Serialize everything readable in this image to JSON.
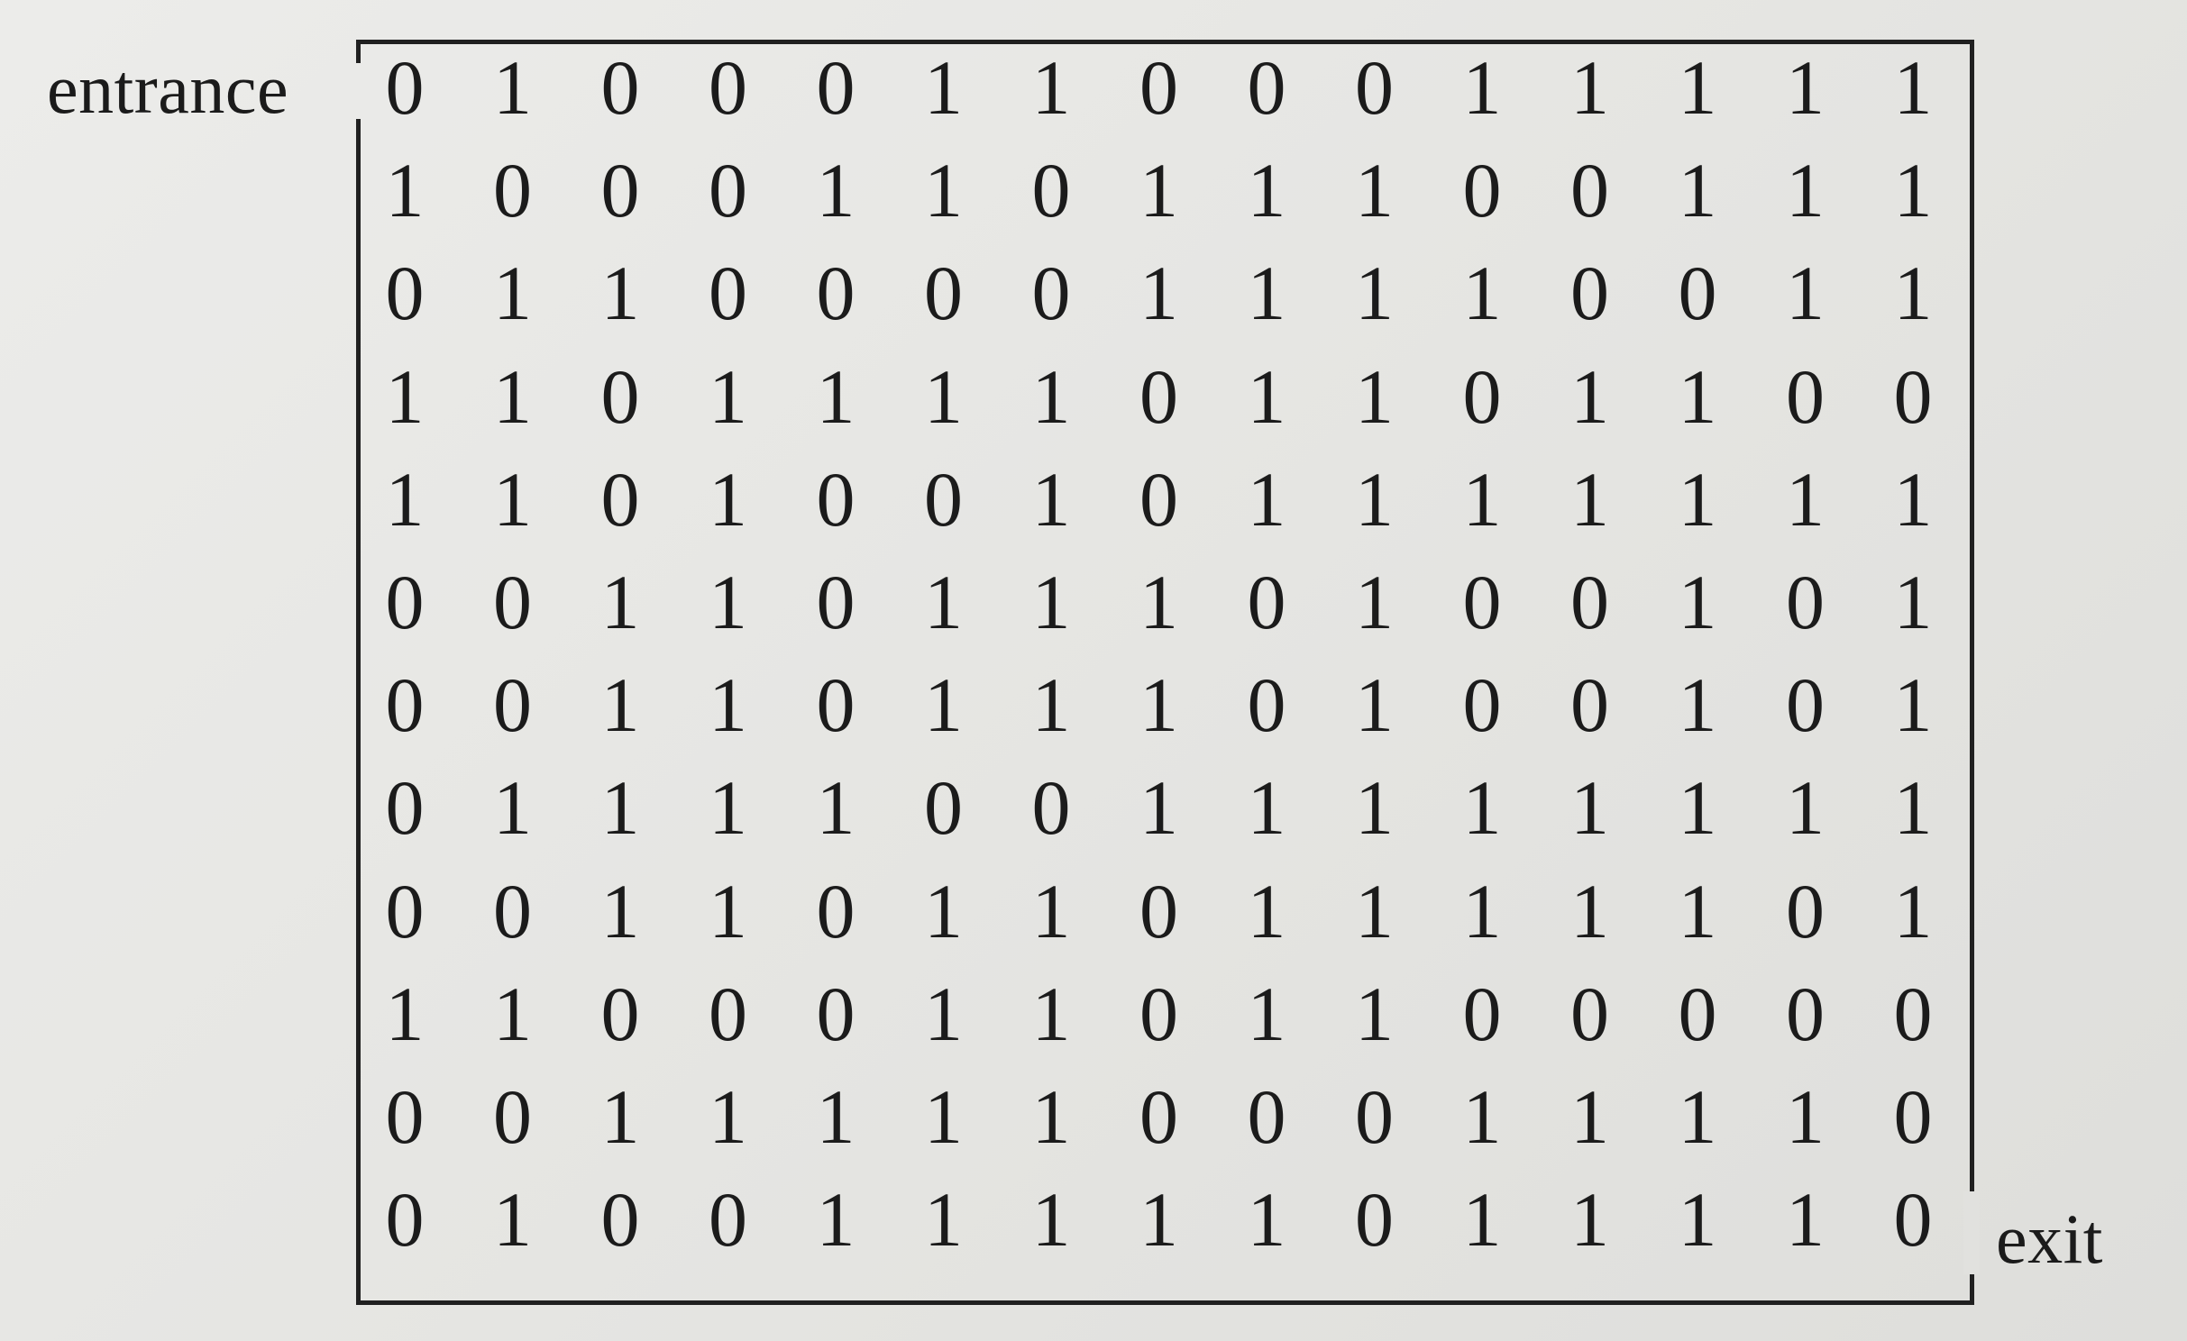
{
  "labels": {
    "entrance": "entrance",
    "exit": "exit"
  },
  "maze": {
    "rows": [
      [
        "0",
        "1",
        "0",
        "0",
        "0",
        "1",
        "1",
        "0",
        "0",
        "0",
        "1",
        "1",
        "1",
        "1",
        "1"
      ],
      [
        "1",
        "0",
        "0",
        "0",
        "1",
        "1",
        "0",
        "1",
        "1",
        "1",
        "0",
        "0",
        "1",
        "1",
        "1"
      ],
      [
        "0",
        "1",
        "1",
        "0",
        "0",
        "0",
        "0",
        "1",
        "1",
        "1",
        "1",
        "0",
        "0",
        "1",
        "1"
      ],
      [
        "1",
        "1",
        "0",
        "1",
        "1",
        "1",
        "1",
        "0",
        "1",
        "1",
        "0",
        "1",
        "1",
        "0",
        "0"
      ],
      [
        "1",
        "1",
        "0",
        "1",
        "0",
        "0",
        "1",
        "0",
        "1",
        "1",
        "1",
        "1",
        "1",
        "1",
        "1"
      ],
      [
        "0",
        "0",
        "1",
        "1",
        "0",
        "1",
        "1",
        "1",
        "0",
        "1",
        "0",
        "0",
        "1",
        "0",
        "1"
      ],
      [
        "0",
        "0",
        "1",
        "1",
        "0",
        "1",
        "1",
        "1",
        "0",
        "1",
        "0",
        "0",
        "1",
        "0",
        "1"
      ],
      [
        "0",
        "1",
        "1",
        "1",
        "1",
        "0",
        "0",
        "1",
        "1",
        "1",
        "1",
        "1",
        "1",
        "1",
        "1"
      ],
      [
        "0",
        "0",
        "1",
        "1",
        "0",
        "1",
        "1",
        "0",
        "1",
        "1",
        "1",
        "1",
        "1",
        "0",
        "1"
      ],
      [
        "1",
        "1",
        "0",
        "0",
        "0",
        "1",
        "1",
        "0",
        "1",
        "1",
        "0",
        "0",
        "0",
        "0",
        "0"
      ],
      [
        "0",
        "0",
        "1",
        "1",
        "1",
        "1",
        "1",
        "0",
        "0",
        "0",
        "1",
        "1",
        "1",
        "1",
        "0"
      ],
      [
        "0",
        "1",
        "0",
        "0",
        "1",
        "1",
        "1",
        "1",
        "1",
        "0",
        "1",
        "1",
        "1",
        "1",
        "0"
      ]
    ]
  }
}
